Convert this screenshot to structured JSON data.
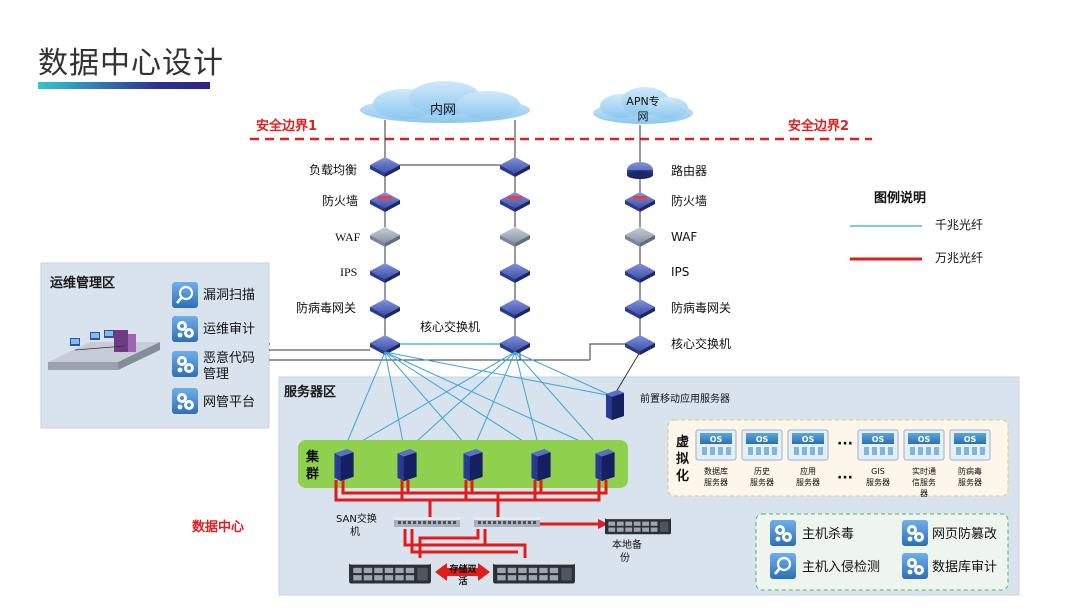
{
  "page_title": "数据中心设计",
  "colors": {
    "title_bar_start": "#36c6c9",
    "title_bar_end": "#2b2584",
    "boundary_red": "#e02020",
    "fiber_gigabit": "#3aa5db",
    "fiber_10g": "#e01c1c",
    "zone_bg": "#d9e3ee",
    "cluster_green": "#8fd14f",
    "virtual_bg": "#fdf6ea"
  },
  "clouds": {
    "intranet": "内网",
    "apn_line1": "APN专",
    "apn_line2": "网"
  },
  "boundaries": {
    "b1": "安全边界1",
    "b2": "安全边界2"
  },
  "devices": {
    "load_balancer": "负载均衡",
    "firewall_left": "防火墙",
    "waf_left": "WAF",
    "ips_left": "IPS",
    "av_gateway_left": "防病毒网关",
    "core_switch_center": "核心交换机",
    "router": "路由器",
    "firewall_right": "防火墙",
    "waf_right": "WAF",
    "ips_right": "IPS",
    "av_gateway_right": "防病毒网关",
    "core_switch_right": "核心交换机"
  },
  "legend": {
    "title": "图例说明",
    "gigabit": "千兆光纤",
    "tengig": "万兆光纤"
  },
  "ops_zone": {
    "title": "运维管理区",
    "items": [
      "漏洞扫描",
      "运维审计",
      "恶意代码",
      "管理",
      "网管平台"
    ]
  },
  "server_zone": {
    "title": "服务器区",
    "front_server": "前置移动应用服务器",
    "cluster_c1": "集",
    "cluster_c2": "群",
    "virtual_chars": [
      "虚",
      "拟",
      "化"
    ],
    "os_label": "OS",
    "dots": "···",
    "vms": [
      {
        "l1": "数据库",
        "l2": "服务器",
        "l3": ""
      },
      {
        "l1": "历史",
        "l2": "服务器",
        "l3": ""
      },
      {
        "l1": "应用",
        "l2": "服务器",
        "l3": ""
      },
      {
        "l1": "GIS",
        "l2": "服务器",
        "l3": ""
      },
      {
        "l1": "实时通",
        "l2": "信服务",
        "l3": "器"
      },
      {
        "l1": "防病毒",
        "l2": "服务器",
        "l3": ""
      }
    ]
  },
  "datacenter_label": "数据中心",
  "san": {
    "l1": "SAN交换",
    "l2": "机"
  },
  "local_backup": {
    "l1": "本地备",
    "l2": "份"
  },
  "storage": {
    "l1": "存储双",
    "l2": "活"
  },
  "security_services": [
    "主机杀毒",
    "网页防篡改",
    "主机入侵检测",
    "数据库审计"
  ]
}
